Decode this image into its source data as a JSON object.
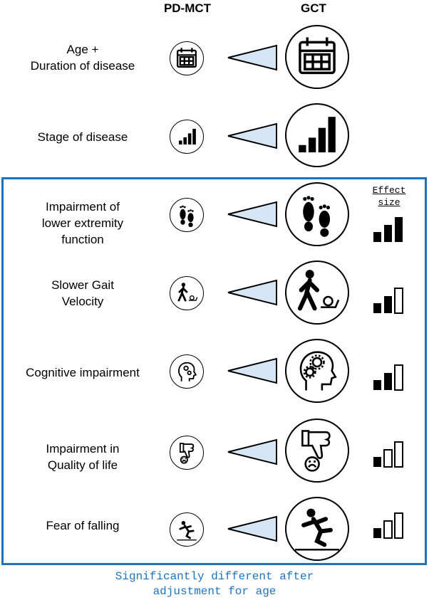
{
  "headers": {
    "left": "PD-MCT",
    "right": "GCT"
  },
  "rows": [
    {
      "label_lines": [
        "Age +",
        "Duration of disease"
      ],
      "icon": "calendar-icon",
      "boxed": false
    },
    {
      "label_lines": [
        "Stage of disease"
      ],
      "icon": "stage-bars-icon",
      "boxed": false
    },
    {
      "label_lines": [
        "Impairment of",
        "lower extremity",
        "function"
      ],
      "icon": "footprints-icon",
      "boxed": true,
      "effect_size_bars": 3
    },
    {
      "label_lines": [
        "Slower Gait",
        "Velocity"
      ],
      "icon": "walking-person-snail-icon",
      "boxed": true,
      "effect_size_bars": 2
    },
    {
      "label_lines": [
        "Cognitive impairment"
      ],
      "icon": "head-gears-icon",
      "boxed": true,
      "effect_size_bars": 2
    },
    {
      "label_lines": [
        "Impairment in",
        "Quality of life"
      ],
      "icon": "thumbs-down-sad-face-icon",
      "boxed": true,
      "effect_size_bars": 1
    },
    {
      "label_lines": [
        "Fear of falling"
      ],
      "icon": "falling-person-icon",
      "boxed": true,
      "effect_size_bars": 1
    }
  ],
  "effect_size_label_lines": [
    "Effect",
    "size"
  ],
  "footer_lines": [
    "Significantly different after",
    "adjustment for age"
  ],
  "colors": {
    "box_border": "#1e73be",
    "footer_text": "#1e73be",
    "wedge_fill": "#d6e6f4"
  }
}
